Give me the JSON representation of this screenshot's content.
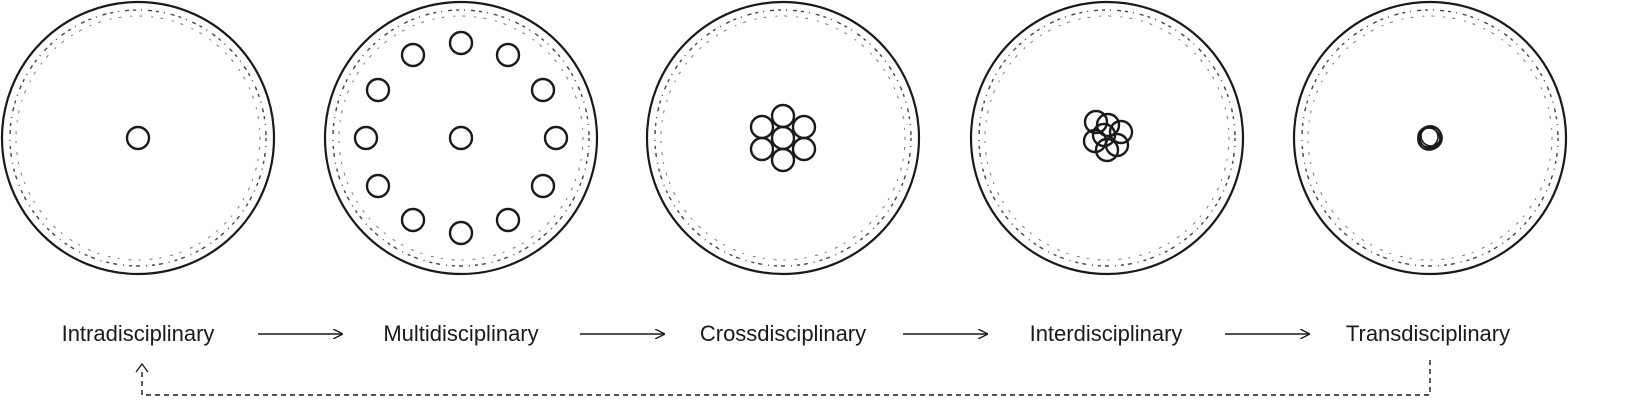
{
  "stages": [
    {
      "label": "Intradisciplinary"
    },
    {
      "label": "Multidisciplinary"
    },
    {
      "label": "Crossdisciplinary"
    },
    {
      "label": "Interdisciplinary"
    },
    {
      "label": "Transdisciplinary"
    }
  ],
  "colors": {
    "stroke": "#1a1a1a",
    "background": "#ffffff"
  }
}
